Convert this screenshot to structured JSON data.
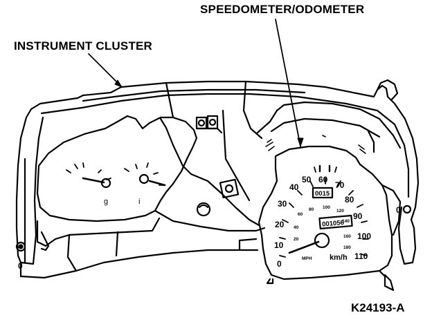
{
  "callouts": {
    "speedometer_odometer": "SPEEDOMETER/ODOMETER",
    "instrument_cluster": "INSTRUMENT CLUSTER"
  },
  "figure_code": "K24193-A",
  "speedometer": {
    "mph_scale": [
      "0",
      "10",
      "20",
      "30",
      "40",
      "50",
      "60",
      "70",
      "80",
      "90",
      "100",
      "110"
    ],
    "kmh_scale": [
      "20",
      "40",
      "60",
      "80",
      "100",
      "120",
      "140",
      "160",
      "180"
    ],
    "unit_left": "MPH",
    "unit_right": "km/h",
    "trip_display": "0015",
    "odometer_display": "001056"
  },
  "gauges": {
    "left_mark": "g",
    "right_mark": "i"
  },
  "fasteners": {
    "left_zero": "0",
    "right_zero": "0"
  }
}
